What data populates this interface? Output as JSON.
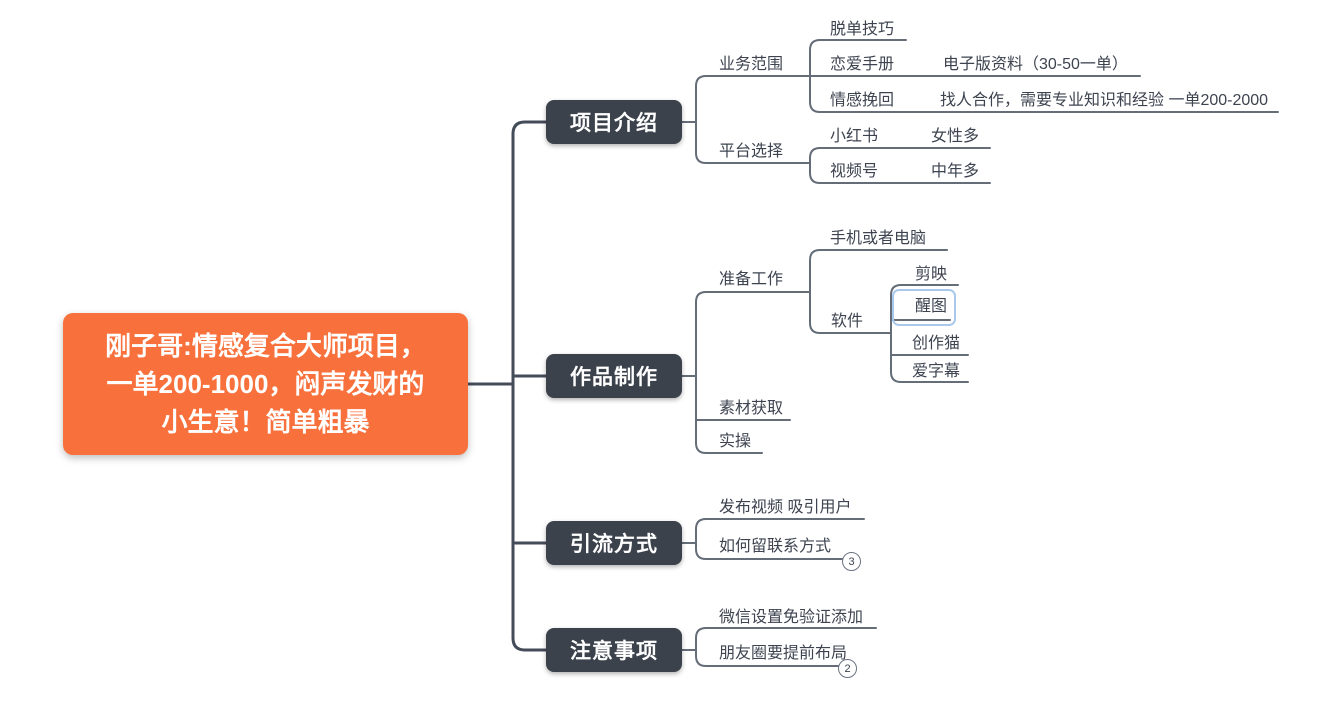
{
  "colors": {
    "root_bg": "#F8713C",
    "branch_bg": "#3B424C",
    "main_line": "#454C59",
    "sub_line": "#656D79",
    "text": "#3D4450",
    "selection": "#A9C9EC",
    "badge_border": "#6A7280"
  },
  "root": {
    "lines": [
      "刚子哥:情感复合大师项目，",
      "一单200-1000，闷声发财的",
      "小生意！简单粗暴"
    ]
  },
  "branches": [
    {
      "label": "项目介绍",
      "children": [
        {
          "label": "业务范围",
          "children": [
            {
              "label": "脱单技巧"
            },
            {
              "label": "恋爱手册",
              "note": "电子版资料（30-50一单）"
            },
            {
              "label": "情感挽回",
              "note": "找人合作，需要专业知识和经验 一单200-2000"
            }
          ]
        },
        {
          "label": "平台选择",
          "children": [
            {
              "label": "小红书",
              "note": "女性多"
            },
            {
              "label": "视频号",
              "note": "中年多"
            }
          ]
        }
      ]
    },
    {
      "label": "作品制作",
      "children": [
        {
          "label": "准备工作",
          "children": [
            {
              "label": "手机或者电脑"
            },
            {
              "label": "软件",
              "children": [
                {
                  "label": "剪映"
                },
                {
                  "label": "醒图",
                  "selected": true
                },
                {
                  "label": "创作猫"
                },
                {
                  "label": "爱字幕"
                }
              ]
            }
          ]
        },
        {
          "label": "素材获取"
        },
        {
          "label": "实操"
        }
      ]
    },
    {
      "label": "引流方式",
      "children": [
        {
          "label": "发布视频 吸引用户"
        },
        {
          "label": "如何留联系方式",
          "badge": "3"
        }
      ]
    },
    {
      "label": "注意事项",
      "children": [
        {
          "label": "微信设置免验证添加"
        },
        {
          "label": "朋友圈要提前布局",
          "badge": "2"
        }
      ]
    }
  ]
}
